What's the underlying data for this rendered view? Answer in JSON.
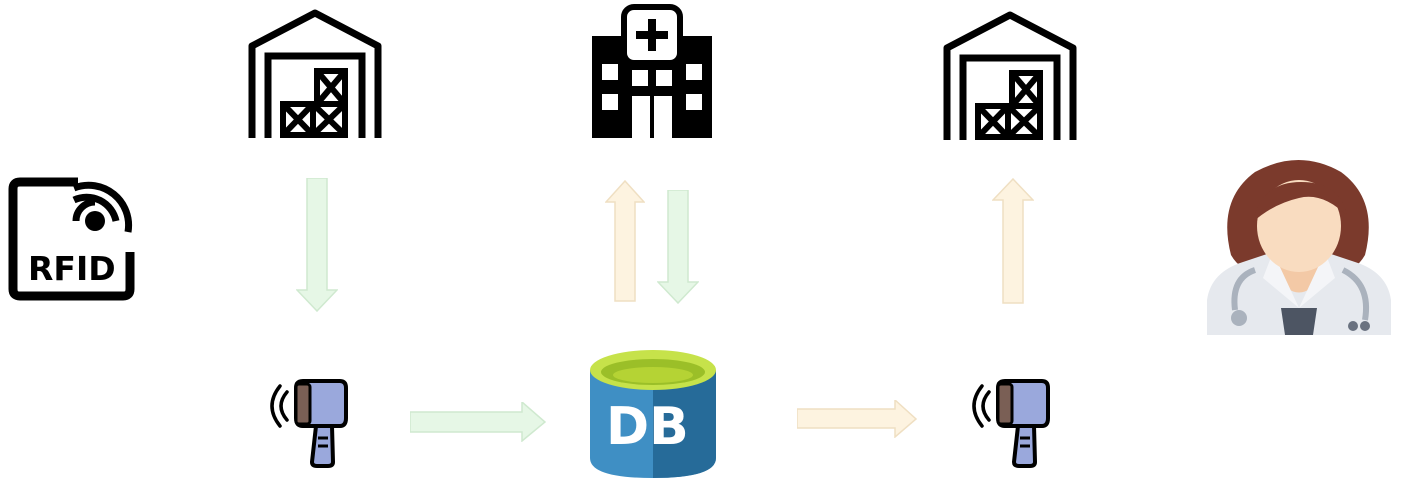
{
  "diagram": {
    "nodes": [
      {
        "id": "rfid",
        "icon": "rfid-tag-icon",
        "label": "RFID"
      },
      {
        "id": "warehouse-source",
        "icon": "warehouse-icon"
      },
      {
        "id": "hospital",
        "icon": "hospital-icon"
      },
      {
        "id": "warehouse-destination",
        "icon": "warehouse-icon"
      },
      {
        "id": "doctor",
        "icon": "doctor-avatar-icon"
      },
      {
        "id": "scanner-left",
        "icon": "rfid-scanner-icon"
      },
      {
        "id": "database",
        "icon": "database-icon",
        "label": "DB"
      },
      {
        "id": "scanner-right",
        "icon": "rfid-scanner-icon"
      }
    ],
    "edges": [
      {
        "from": "warehouse-source",
        "to": "scanner-left",
        "color": "#e6f7e6"
      },
      {
        "from": "scanner-left",
        "to": "database",
        "color": "#e6f7e6"
      },
      {
        "from": "database",
        "to": "hospital",
        "color": "#fdf3e0"
      },
      {
        "from": "hospital",
        "to": "database",
        "color": "#e6f7e6"
      },
      {
        "from": "database",
        "to": "scanner-right",
        "color": "#fdf3e0"
      },
      {
        "from": "scanner-right",
        "to": "warehouse-destination",
        "color": "#fdf3e0"
      }
    ]
  },
  "colors": {
    "arrow_green": "#e6f7e6",
    "arrow_green_stroke": "#cfe9cf",
    "arrow_beige": "#fdf3e0",
    "arrow_beige_stroke": "#efdfc2",
    "db_blue": "#3f8fc4",
    "db_dark": "#1f5f8b",
    "db_top": "#b5d334",
    "scanner_body": "#9aa8dc",
    "doctor_hair": "#7b3a2c",
    "doctor_skin": "#f9dcc0",
    "doctor_coat": "#e6e9ee"
  }
}
